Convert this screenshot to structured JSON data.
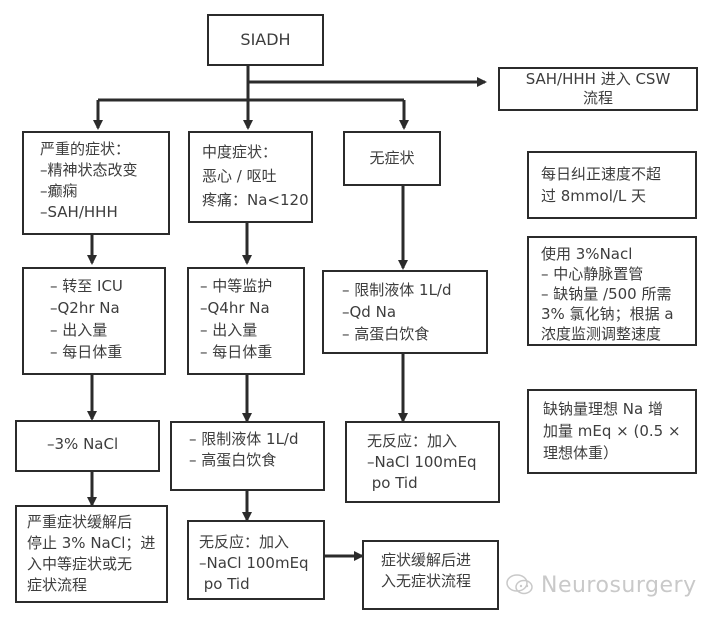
{
  "title": "SIADH",
  "csw": {
    "lines": [
      "SAH/HHH 进入 CSW",
      "流程"
    ]
  },
  "severe": {
    "header": [
      "严重的症状：",
      "–精神状态改变",
      "–癫痫",
      "–SAH/HHH"
    ],
    "monitor": [
      "– 转至 ICU",
      "–Q2hr Na",
      "– 出入量",
      "– 每日体重"
    ],
    "treat": [
      "–3% NaCl"
    ],
    "end": [
      "严重症状缓解后",
      "停止 3% NaCl；进",
      "入中等症状或无",
      "症状流程"
    ]
  },
  "moderate": {
    "header": [
      "中度症状：",
      "恶心 / 呕吐",
      "疼痛：Na<120"
    ],
    "monitor": [
      "– 中等监护",
      "–Q4hr Na",
      "– 出入量",
      "– 每日体重"
    ],
    "treat": [
      "– 限制液体 1L/d",
      "– 高蛋白饮食"
    ],
    "noresp": [
      "无反应：加入",
      "–NaCl 100mEq",
      " po Tid"
    ],
    "end": [
      "症状缓解后进",
      "入无症状流程"
    ]
  },
  "none": {
    "header": [
      "无症状"
    ],
    "monitor": [
      "– 限制液体 1L/d",
      "–Qd Na",
      "– 高蛋白饮食"
    ],
    "noresp": [
      "无反应：加入",
      "–NaCl 100mEq",
      " po Tid"
    ]
  },
  "notes": [
    [
      "每日纠正速度不超",
      "过 8mmol/L 天"
    ],
    [
      "使用 3%Nacl",
      "– 中心静脉置管",
      "– 缺钠量 /500 所需",
      "3% 氯化钠；根据 a",
      "浓度监测调整速度"
    ],
    [
      "缺钠量理想 Na 增",
      "加量 mEq × (0.5 ×",
      "理想体重）"
    ]
  ],
  "watermark": "Neurosurgery",
  "colors": {
    "line": "#2b2b2b",
    "text": "#3d3d3d",
    "watermark": "#c9c9c9"
  }
}
